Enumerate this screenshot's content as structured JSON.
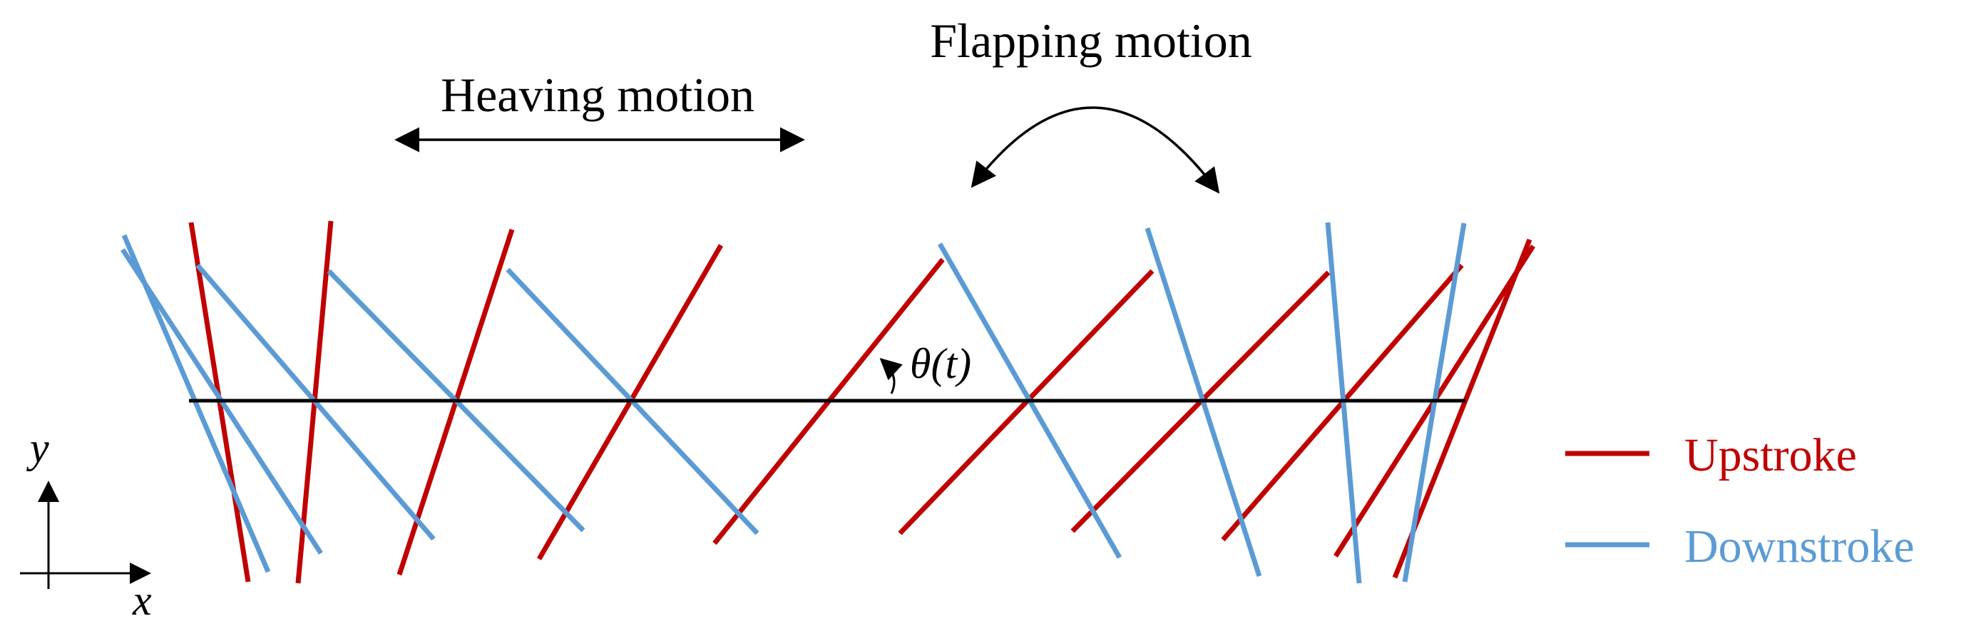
{
  "labels": {
    "heaving": "Heaving motion",
    "flapping": "Flapping motion",
    "theta": "θ(t)",
    "axis_x": "x",
    "axis_y": "y"
  },
  "legend": {
    "upstroke": "Upstroke",
    "downstroke": "Downstroke"
  },
  "colors": {
    "upstroke": "#c00000",
    "downstroke": "#5b9bd5",
    "axis": "#000000"
  },
  "icons": {
    "heaving_arrow": "double-headed-horizontal-arrow",
    "flapping_arrow": "curved-double-headed-arrow",
    "theta_arrow": "small-curved-arrow"
  }
}
